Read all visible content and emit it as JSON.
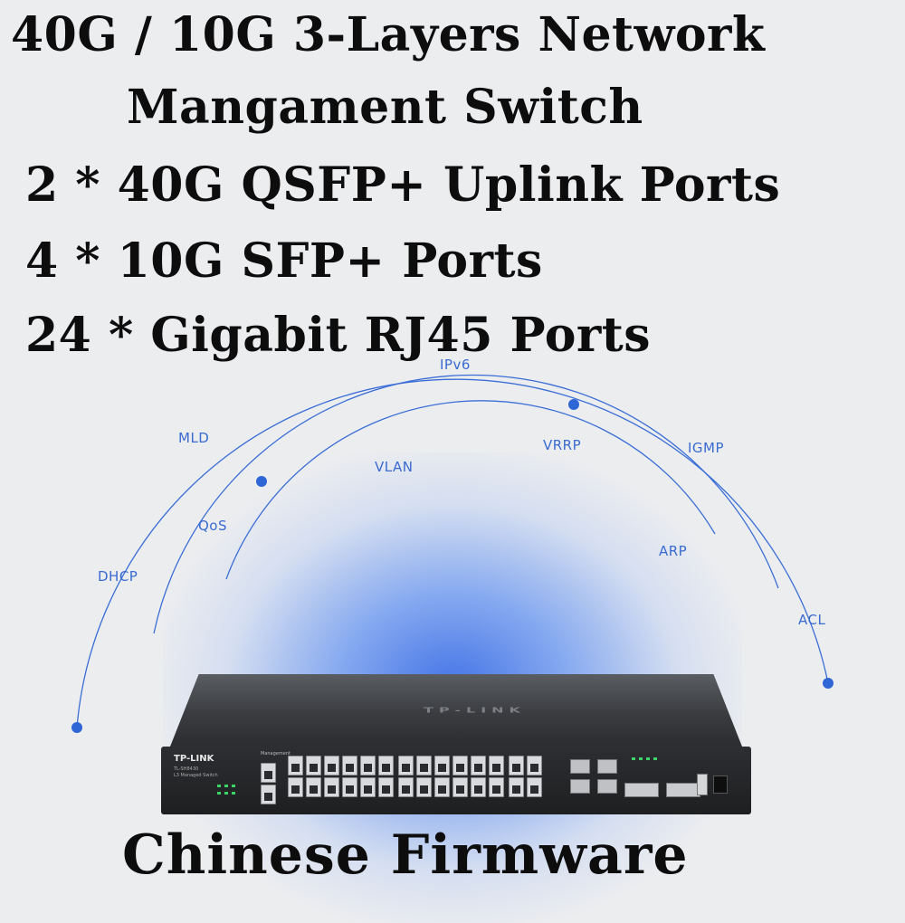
{
  "headlines": {
    "line1": "40G / 10G 3-Layers Network",
    "line2": "Mangament Switch",
    "line3": "2 * 40G QSFP+ Uplink Ports",
    "line4": "4 * 10G SFP+  Ports",
    "line5": "24 * Gigabit RJ45 Ports"
  },
  "protocols": {
    "ipv6": "IPv6",
    "mld": "MLD",
    "igmp": "IGMP",
    "vrrp": "VRRP",
    "vlan": "VLAN",
    "qos": "QoS",
    "dhcp": "DHCP",
    "arp": "ARP",
    "acl": "ACL"
  },
  "device": {
    "brand": "TP-LINK",
    "brand_top": "TP-LINK",
    "model": "TL-SH8430",
    "subtitle": "L3 Managed Switch",
    "mgmt": "Management"
  },
  "footer": "Chinese Firmware",
  "colors": {
    "accent": "#2f66d6",
    "protocol_text": "#3a6bd0",
    "headline": "#0d0d0d"
  }
}
